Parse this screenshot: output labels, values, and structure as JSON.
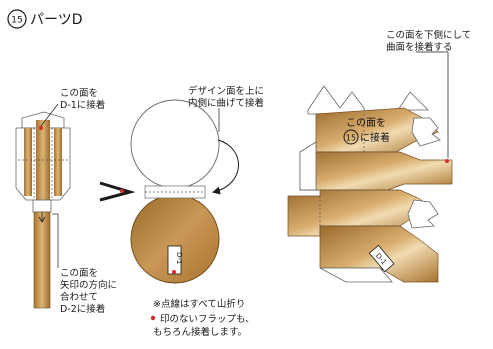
{
  "title": {
    "number": "15",
    "text": "パーツD"
  },
  "callouts": {
    "left_top": [
      "この面を",
      "D-1に接着"
    ],
    "left_bottom": [
      "この面を",
      "矢印の方向に",
      "合わせて",
      "D-2に接着"
    ],
    "middle": [
      "デザイン面を上に",
      "内側に曲げて接着"
    ],
    "right": [
      "この面を下側にして",
      "曲面を接着する"
    ]
  },
  "on_part": {
    "face_label": [
      "この面を",
      "に接着"
    ],
    "face_number": "15",
    "tab_text": "D-1"
  },
  "notes": {
    "line1": "※点線はすべて山折り",
    "line2": "印のないフラップも、",
    "line3": "もちろん接着します。"
  },
  "colors": {
    "brown": "#b8823a",
    "brown_dark": "#8c5e22",
    "brown_light": "#e2c08a",
    "marker": "#d42a2a"
  }
}
